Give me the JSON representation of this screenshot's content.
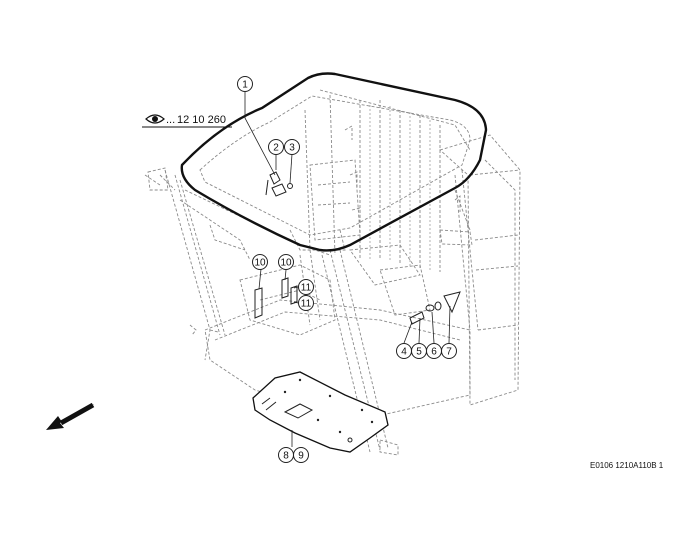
{
  "callouts": [
    "1",
    "2",
    "3",
    "4",
    "5",
    "6",
    "7",
    "8",
    "9",
    "10",
    "10",
    "11",
    "11"
  ],
  "reference": {
    "prefix": "...",
    "number": "12 10 260"
  },
  "drawing_code": "E0106 1210A110B 1",
  "icons": {
    "view_ref": "eye-icon",
    "direction": "arrow-down-left-icon"
  }
}
